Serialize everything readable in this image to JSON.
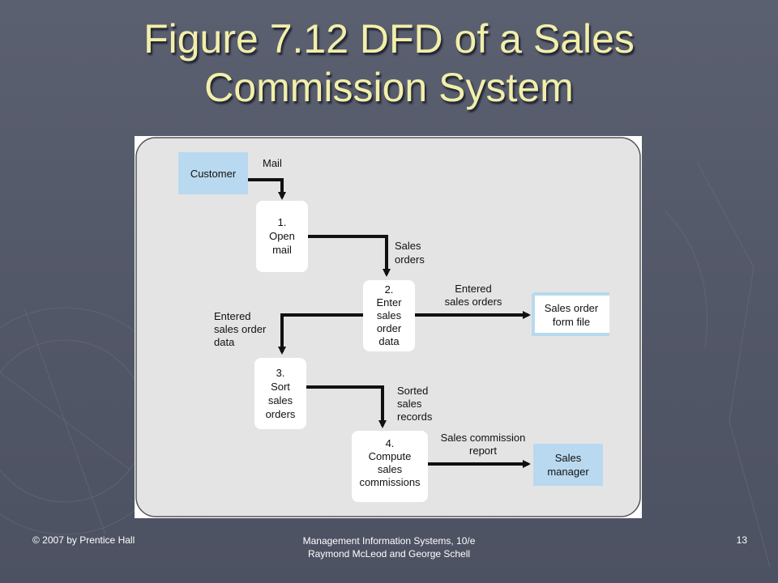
{
  "slide": {
    "title_line1": "Figure 7.12 DFD of a Sales",
    "title_line2": "Commission System"
  },
  "diagram": {
    "entities": {
      "customer": "Customer",
      "sales_manager_line1": "Sales",
      "sales_manager_line2": "manager"
    },
    "data_store": {
      "line1": "Sales order",
      "line2": "form file"
    },
    "processes": [
      {
        "lines": [
          "1.",
          "Open",
          "mail"
        ]
      },
      {
        "lines": [
          "2.",
          "Enter",
          "sales",
          "order",
          "data"
        ]
      },
      {
        "lines": [
          "3.",
          "Sort",
          "sales",
          "orders"
        ]
      },
      {
        "lines": [
          "4.",
          "Compute",
          "sales",
          "commissions"
        ]
      }
    ],
    "flows": {
      "mail": "Mail",
      "sales_orders": [
        "Sales",
        "orders"
      ],
      "entered_sales_orders": [
        "Entered",
        "sales orders"
      ],
      "entered_sales_order_data": [
        "Entered",
        "sales order",
        "data"
      ],
      "sorted_sales_records": [
        "Sorted",
        "sales",
        "records"
      ],
      "sales_commission_report": [
        "Sales commission",
        "report"
      ]
    },
    "colors": {
      "entity_fill": "#b8d9ef",
      "panel_fill": "#e4e4e4",
      "process_fill": "#ffffff",
      "arrow": "#111111"
    }
  },
  "footer": {
    "left": "© 2007 by Prentice Hall",
    "center_line1": "Management Information Systems, 10/e",
    "center_line2": "Raymond McLeod and George Schell",
    "page_number": "13"
  }
}
